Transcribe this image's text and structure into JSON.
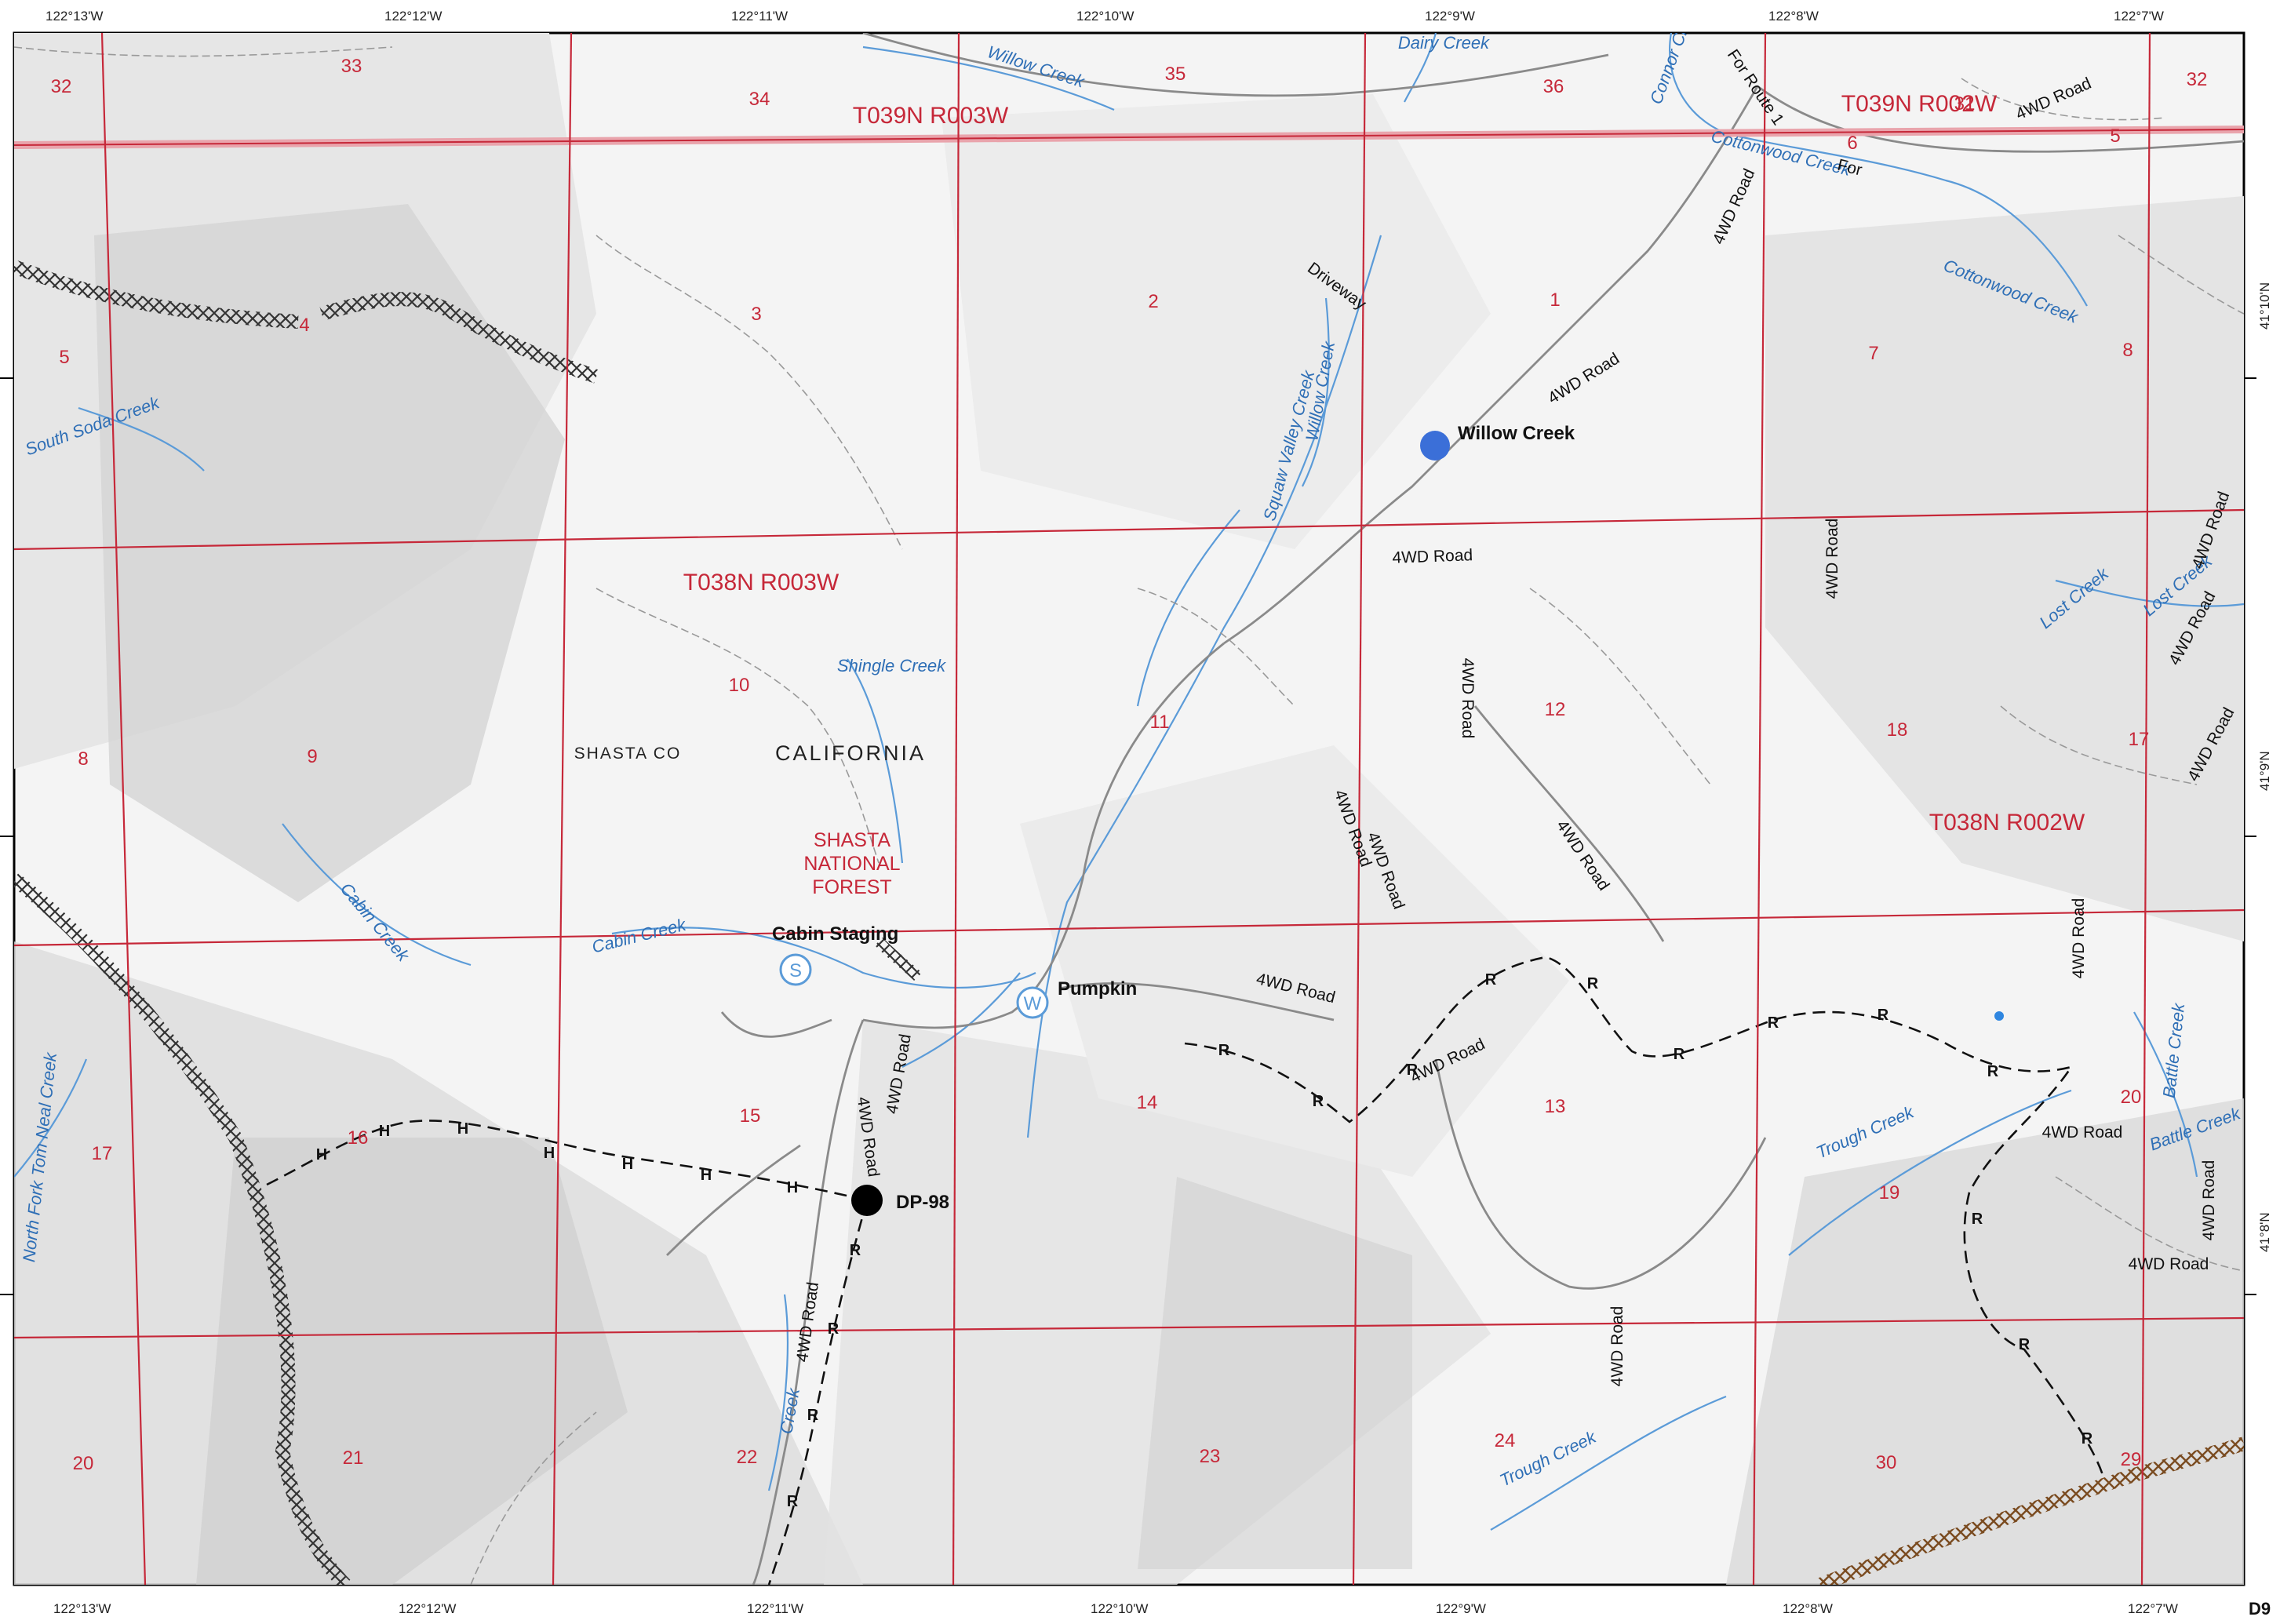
{
  "coords": {
    "top": [
      "122°13'W",
      "122°12'W",
      "122°11'W",
      "122°10'W",
      "122°9'W",
      "122°8'W",
      "122°7'W"
    ],
    "bottom": [
      "122°13'W",
      "122°12'W",
      "122°11'W",
      "122°10'W",
      "122°9'W",
      "122°8'W",
      "122°7'W"
    ],
    "right": [
      "41°10'N",
      "41°9'N",
      "41°8'N"
    ]
  },
  "sheet_id": "D9",
  "townships": [
    "T039N R003W",
    "T039N R002W",
    "T038N R003W",
    "T038N R002W"
  ],
  "sections": [
    "32",
    "33",
    "34",
    "35",
    "36",
    "31",
    "32",
    "6",
    "5",
    "4",
    "3",
    "2",
    "1",
    "5",
    "7",
    "8",
    "10",
    "11",
    "12",
    "18",
    "17",
    "8",
    "9",
    "16",
    "15",
    "14",
    "13",
    "17",
    "19",
    "20",
    "20",
    "21",
    "22",
    "23",
    "24",
    "30",
    "29"
  ],
  "streams": [
    "Willow Creek",
    "Dairy Creek",
    "Connor Creek",
    "Cottonwood Creek",
    "Cottonwood Creek",
    "South Soda Creek",
    "Willow Creek",
    "Squaw Valley Creek",
    "Shingle Creek",
    "Lost Creek",
    "Lost Creek",
    "Cabin Creek",
    "Cabin Creek",
    "North Fork Tom Neal Creek",
    "Battle Creek",
    "Battle Creek",
    "Trough Creek",
    "Trough Creek",
    "Creek"
  ],
  "roads": [
    "For Route 1",
    "For",
    "4WD Road",
    "4WD Road",
    "4WD Road",
    "4WD Road",
    "4WD Road",
    "4WD Road",
    "4WD Road",
    "4WD Road",
    "4WD Road",
    "4WD Road",
    "4WD Road",
    "4WD Road",
    "4WD Road",
    "4WD Road",
    "4WD Road",
    "4WD Road",
    "4WD Road",
    "4WD Road",
    "4WD Road",
    "4WD Road",
    "4WD Road",
    "4WD Road",
    "Driveway"
  ],
  "places": {
    "willow_creek": "Willow Creek",
    "cabin_staging": "Cabin Staging",
    "pumpkin": "Pumpkin",
    "dp98": "DP-98"
  },
  "symbols": {
    "staging": "S",
    "water": "W",
    "dozer_line": "H",
    "road_line": "R"
  },
  "labels": {
    "california": "CALIFORNIA",
    "shasta_co": "SHASTA CO",
    "forest": [
      "SHASTA",
      "NATIONAL",
      "FOREST"
    ]
  },
  "colors": {
    "grid": "#c62839",
    "stream": "#5b9bd8",
    "stream_label": "#2f6fb6",
    "road": "#8a8a8a",
    "hatch": "#333333",
    "burned": "#8a5a2b",
    "willow_point": "#3b6fd8"
  }
}
